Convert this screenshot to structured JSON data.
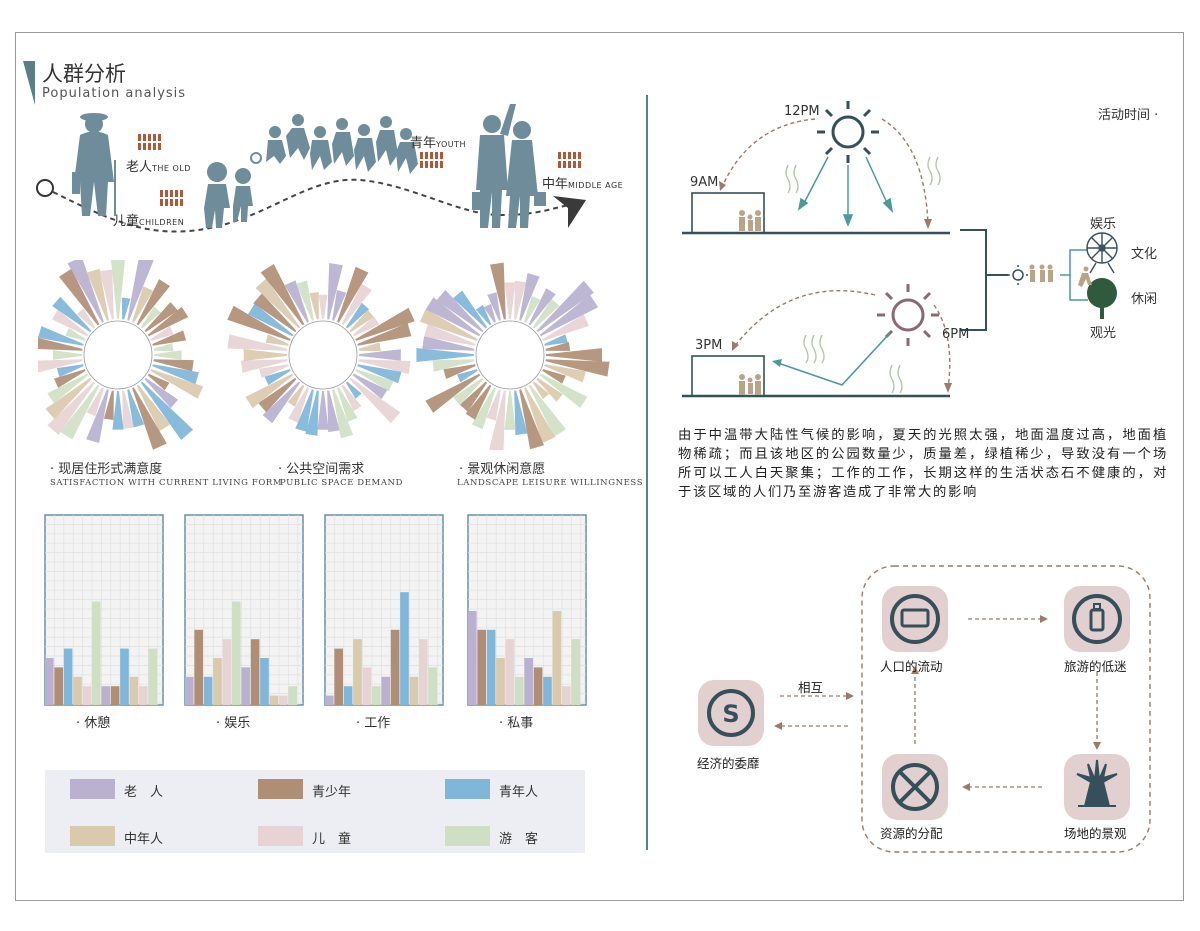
{
  "header": {
    "title_cn": "人群分析",
    "title_en": "Population analysis"
  },
  "people": {
    "old_cn": "老人",
    "old_en": "THE OLD",
    "children_cn": "儿童",
    "children_en": "CHILDREN",
    "youth_cn": "青年",
    "youth_en": "YOUTH",
    "middle_cn": "中年",
    "middle_en": "MIDDLE AGE"
  },
  "colors": {
    "old": "#b9b1cf",
    "teen": "#b08e75",
    "young": "#7fb6d9",
    "middle": "#d9c9ad",
    "child": "#e7d3d4",
    "tourist": "#cfdfc4",
    "silhouette": "#6e8c9a",
    "accent": "#5c7f87"
  },
  "radial": [
    {
      "cn": "· 现居住形式满意度",
      "en": "SATISFACTION WITH CURRENT LIVING FORM"
    },
    {
      "cn": "· 公共空间需求",
      "en": "PUBLIC SPACE DEMAND"
    },
    {
      "cn": "· 景观休闲意愿",
      "en": "LANDSCAPE LEISURE WILLINGNESS"
    }
  ],
  "chart_data": [
    {
      "type": "bar",
      "title": "· 休憩",
      "series": [
        {
          "name": "老人",
          "values": [
            5,
            2
          ]
        },
        {
          "name": "青少年",
          "values": [
            4,
            2
          ]
        },
        {
          "name": "青年人",
          "values": [
            6,
            6
          ]
        },
        {
          "name": "中年人",
          "values": [
            3,
            3
          ]
        },
        {
          "name": "儿童",
          "values": [
            2,
            2
          ]
        },
        {
          "name": "游客",
          "values": [
            11,
            6
          ]
        }
      ]
    },
    {
      "type": "bar",
      "title": "· 娱乐",
      "series": [
        {
          "name": "老人",
          "values": [
            3,
            4
          ]
        },
        {
          "name": "青少年",
          "values": [
            8,
            7
          ]
        },
        {
          "name": "青年人",
          "values": [
            3,
            5
          ]
        },
        {
          "name": "中年人",
          "values": [
            5,
            1
          ]
        },
        {
          "name": "儿童",
          "values": [
            7,
            1
          ]
        },
        {
          "name": "游客",
          "values": [
            11,
            2
          ]
        }
      ]
    },
    {
      "type": "bar",
      "title": "· 工作",
      "series": [
        {
          "name": "老人",
          "values": [
            1,
            3
          ]
        },
        {
          "name": "青少年",
          "values": [
            6,
            8
          ]
        },
        {
          "name": "青年人",
          "values": [
            2,
            12
          ]
        },
        {
          "name": "中年人",
          "values": [
            7,
            3
          ]
        },
        {
          "name": "儿童",
          "values": [
            4,
            7
          ]
        },
        {
          "name": "游客",
          "values": [
            2,
            4
          ]
        }
      ]
    },
    {
      "type": "bar",
      "title": "· 私事",
      "series": [
        {
          "name": "老人",
          "values": [
            10,
            5
          ]
        },
        {
          "name": "青少年",
          "values": [
            8,
            4
          ]
        },
        {
          "name": "青年人",
          "values": [
            8,
            3
          ]
        },
        {
          "name": "中年人",
          "values": [
            5,
            10
          ]
        },
        {
          "name": "儿童",
          "values": [
            7,
            2
          ]
        },
        {
          "name": "游客",
          "values": [
            3,
            7
          ]
        }
      ]
    }
  ],
  "legend": [
    {
      "label": "老　人",
      "color": "#b9b1cf"
    },
    {
      "label": "青少年",
      "color": "#b08e75"
    },
    {
      "label": "青年人",
      "color": "#7fb6d9"
    },
    {
      "label": "中年人",
      "color": "#d9c9ad"
    },
    {
      "label": "儿　童",
      "color": "#e7d3d4"
    },
    {
      "label": "游　客",
      "color": "#cfdfc4"
    }
  ],
  "activity": {
    "title": "活动时间 ·",
    "t12": "12PM",
    "t9": "9AM",
    "t3": "3PM",
    "t6": "6PM",
    "right": {
      "yule": "娱乐",
      "wenhua": "文化",
      "xiuxian": "休闲",
      "guanguang": "观光"
    }
  },
  "paragraph": "由于中温带大陆性气候的影响，夏天的光照太强，地面温度过高，地面植物稀疏；而且该地区的公园数量少，质量差，绿植稀少，导致没有一个场所可以工人白天聚集；工作的工作，长期这样的生活状态石不健康的，对于该区域的人们乃至游客造成了非常大的影响",
  "flow": {
    "mutual": "相互",
    "economy": "经济的委靡",
    "population": "人口的流动",
    "tourism": "旅游的低迷",
    "resource": "资源的分配",
    "landscape": "场地的景观"
  }
}
